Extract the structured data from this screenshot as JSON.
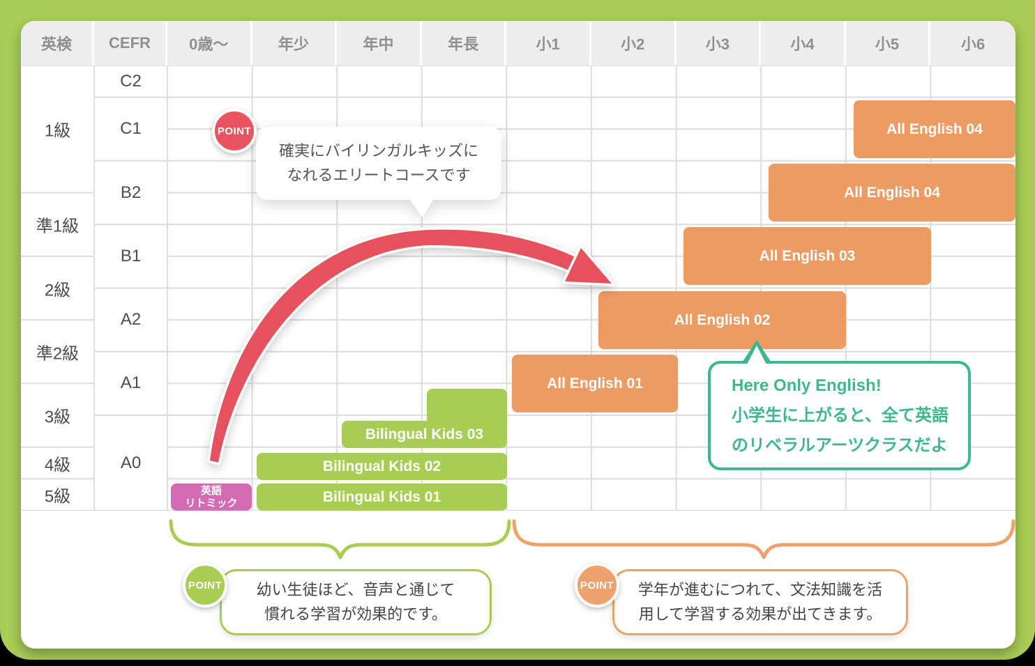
{
  "colors": {
    "frame_green": "#a8cc56",
    "bar_green": "#a7cd54",
    "bar_orange": "#ec9b63",
    "bar_pink": "#d56ab4",
    "accent_red": "#e85560",
    "accent_teal": "#3cb78e",
    "accent_orange": "#eda26b",
    "header_bg": "#ededed",
    "header_text": "#8f8f8f",
    "grid_line": "#dcdcdc"
  },
  "header": {
    "columns": [
      "英検",
      "CEFR",
      "0歳〜",
      "年少",
      "年中",
      "年長",
      "小1",
      "小2",
      "小3",
      "小4",
      "小5",
      "小6"
    ]
  },
  "chart_data": {
    "type": "table",
    "age_columns": [
      "0歳〜",
      "年少",
      "年中",
      "年長",
      "小1",
      "小2",
      "小3",
      "小4",
      "小5",
      "小6"
    ],
    "eiken": [
      "1級",
      "準1級",
      "2級",
      "準2級",
      "3級",
      "4級",
      "5級"
    ],
    "cefr": [
      "C2",
      "C1",
      "B2",
      "B1",
      "A2",
      "A1",
      "A0"
    ],
    "courses": [
      {
        "name": "英語リトミック",
        "label_line1": "英語",
        "label_line2": "リトミック",
        "color": "#d56ab4",
        "ages": [
          "0歳〜"
        ],
        "cefr": "A0",
        "eiken": "5級"
      },
      {
        "name": "Bilingual Kids 01",
        "color": "#a7cd54",
        "ages": [
          "年少",
          "年中",
          "年長"
        ],
        "cefr": "A0",
        "eiken": "5級"
      },
      {
        "name": "Bilingual Kids 02",
        "color": "#a7cd54",
        "ages": [
          "年少",
          "年中",
          "年長"
        ],
        "cefr": "A0",
        "eiken": "4級"
      },
      {
        "name": "Bilingual Kids 03",
        "color": "#a7cd54",
        "ages": [
          "年中",
          "年長"
        ],
        "cefr": "A0-A1",
        "eiken": "3級"
      },
      {
        "name": "All English 01",
        "color": "#ec9b63",
        "ages": [
          "小1",
          "小2"
        ],
        "cefr": "A1",
        "eiken": "準2級-3級"
      },
      {
        "name": "All English 02",
        "color": "#ec9b63",
        "ages": [
          "小2",
          "小3",
          "小4"
        ],
        "cefr": "A2",
        "eiken": "2級-準2級"
      },
      {
        "name": "All English 03",
        "color": "#ec9b63",
        "ages": [
          "小3",
          "小4",
          "小5"
        ],
        "cefr": "B1",
        "eiken": "準1級-2級"
      },
      {
        "name": "All English 04",
        "color": "#ec9b63",
        "ages": [
          "小4",
          "小5",
          "小6"
        ],
        "cefr": "B2",
        "eiken": "1級-準1級"
      },
      {
        "name": "All English 04",
        "color": "#ec9b63",
        "ages": [
          "小5",
          "小6"
        ],
        "cefr": "C1",
        "eiken": "1級"
      }
    ],
    "annotations": {
      "elite": {
        "badge": "POINT",
        "lines": [
          "確実にバイリンガルキッズに",
          "なれるエリートコースです"
        ]
      },
      "here_only_english": {
        "lines": [
          "Here Only English!",
          "小学生に上がると、全て英語",
          "のリベラルアーツクラスだよ"
        ]
      },
      "early": {
        "badge": "POINT",
        "lines": [
          "幼い生徒ほど、音声と通じて",
          "慣れる学習が効果的です。"
        ]
      },
      "grammar": {
        "badge": "POINT",
        "lines": [
          "学年が進むにつれて、文法知識を活",
          "用して学習する効果が出てきます。"
        ]
      }
    }
  }
}
